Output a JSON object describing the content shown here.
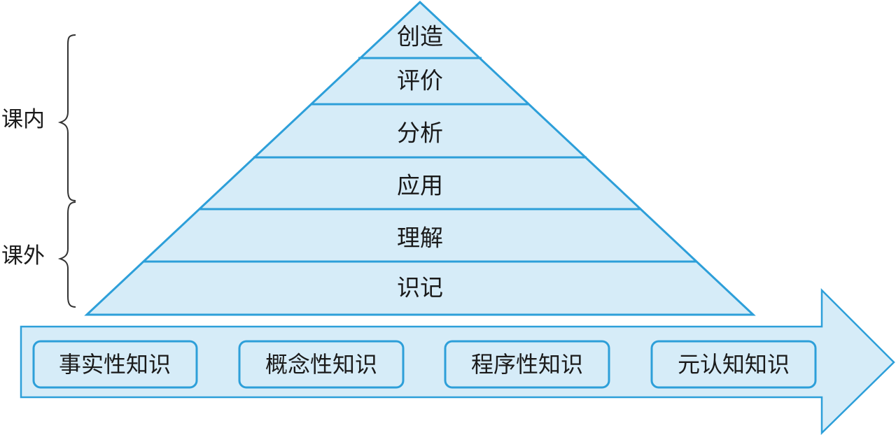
{
  "colors": {
    "fill": "#d6ecf8",
    "stroke": "#2d9fd9",
    "text": "#1a1a1a",
    "bracket": "#333333"
  },
  "pyramid": {
    "levels": [
      "创造",
      "评价",
      "分析",
      "应用",
      "理解",
      "识记"
    ]
  },
  "groups": {
    "inside": "课内",
    "outside": "课外"
  },
  "knowledge": {
    "items": [
      "事实性知识",
      "概念性知识",
      "程序性知识",
      "元认知知识"
    ]
  }
}
